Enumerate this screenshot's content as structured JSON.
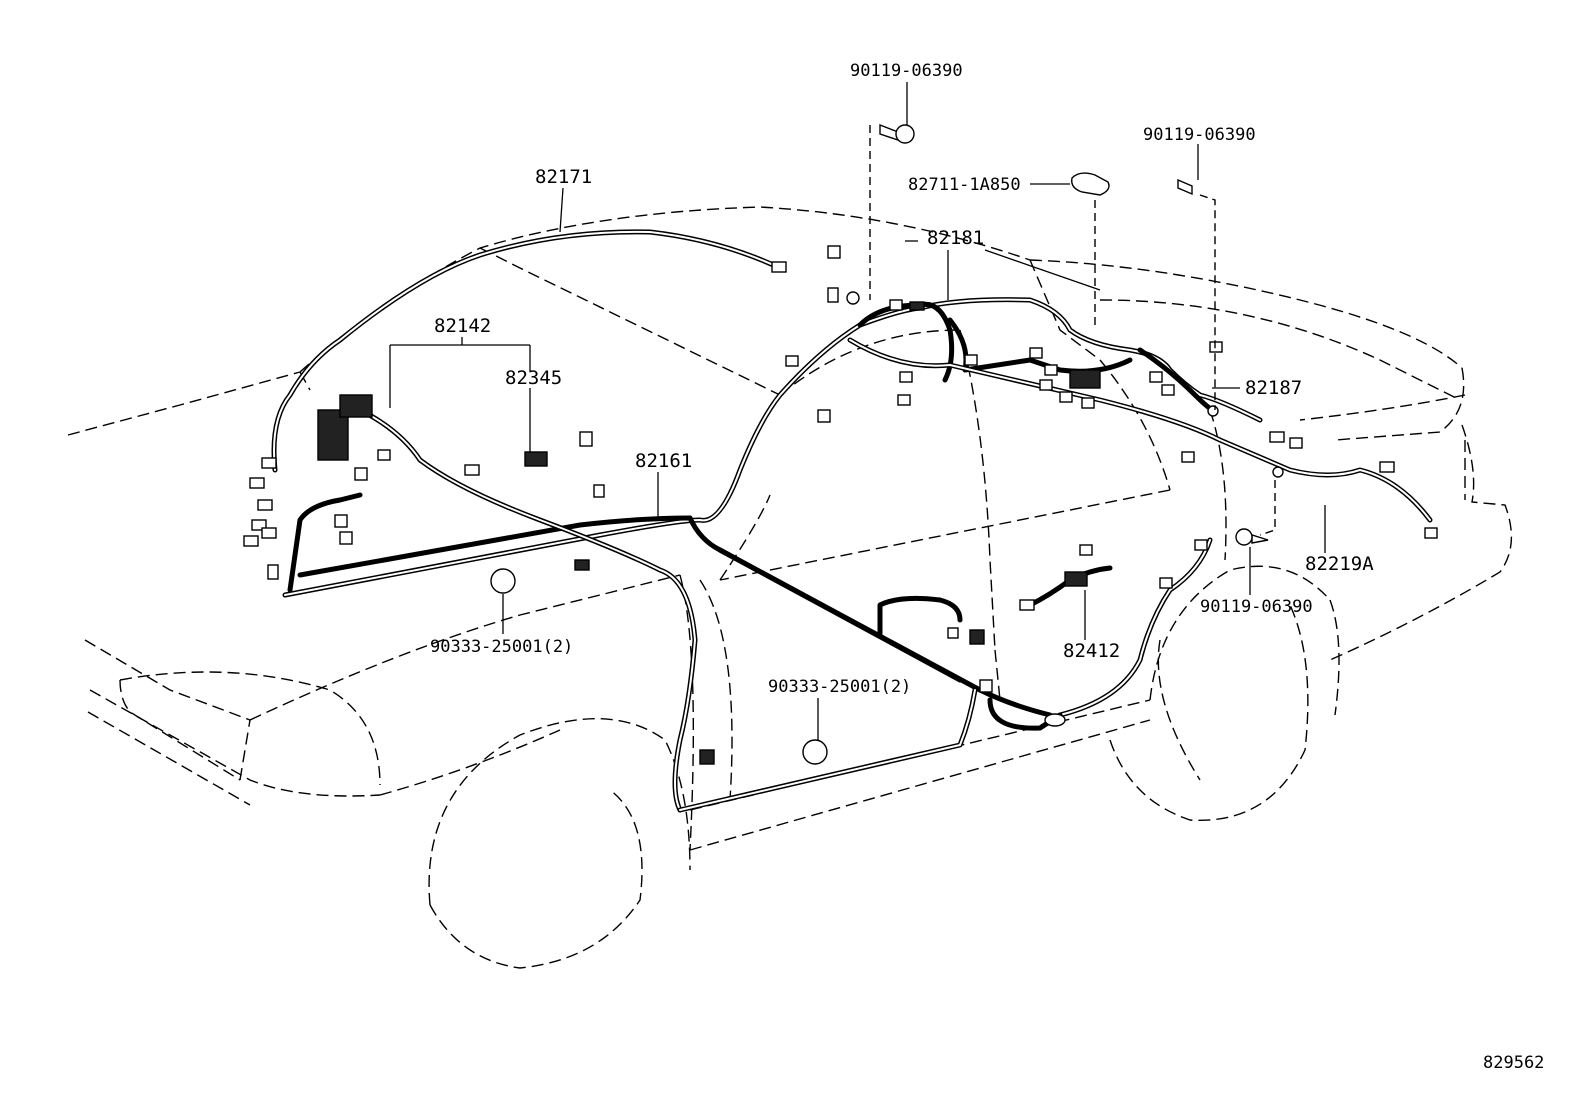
{
  "labels": {
    "p_82171": "82171",
    "p_82142": "82142",
    "p_82345": "82345",
    "p_82161": "82161",
    "p_82181": "82181",
    "p_82187": "82187",
    "p_82219a": "82219A",
    "p_82412": "82412",
    "p_82711": "82711-1A850",
    "bolt_top": "90119-06390",
    "bolt_right": "90119-06390",
    "bolt_bottom": "90119-06390",
    "plug_front": "90333-25001(2)",
    "plug_mid": "90333-25001(2)",
    "fig_number": "829562"
  }
}
